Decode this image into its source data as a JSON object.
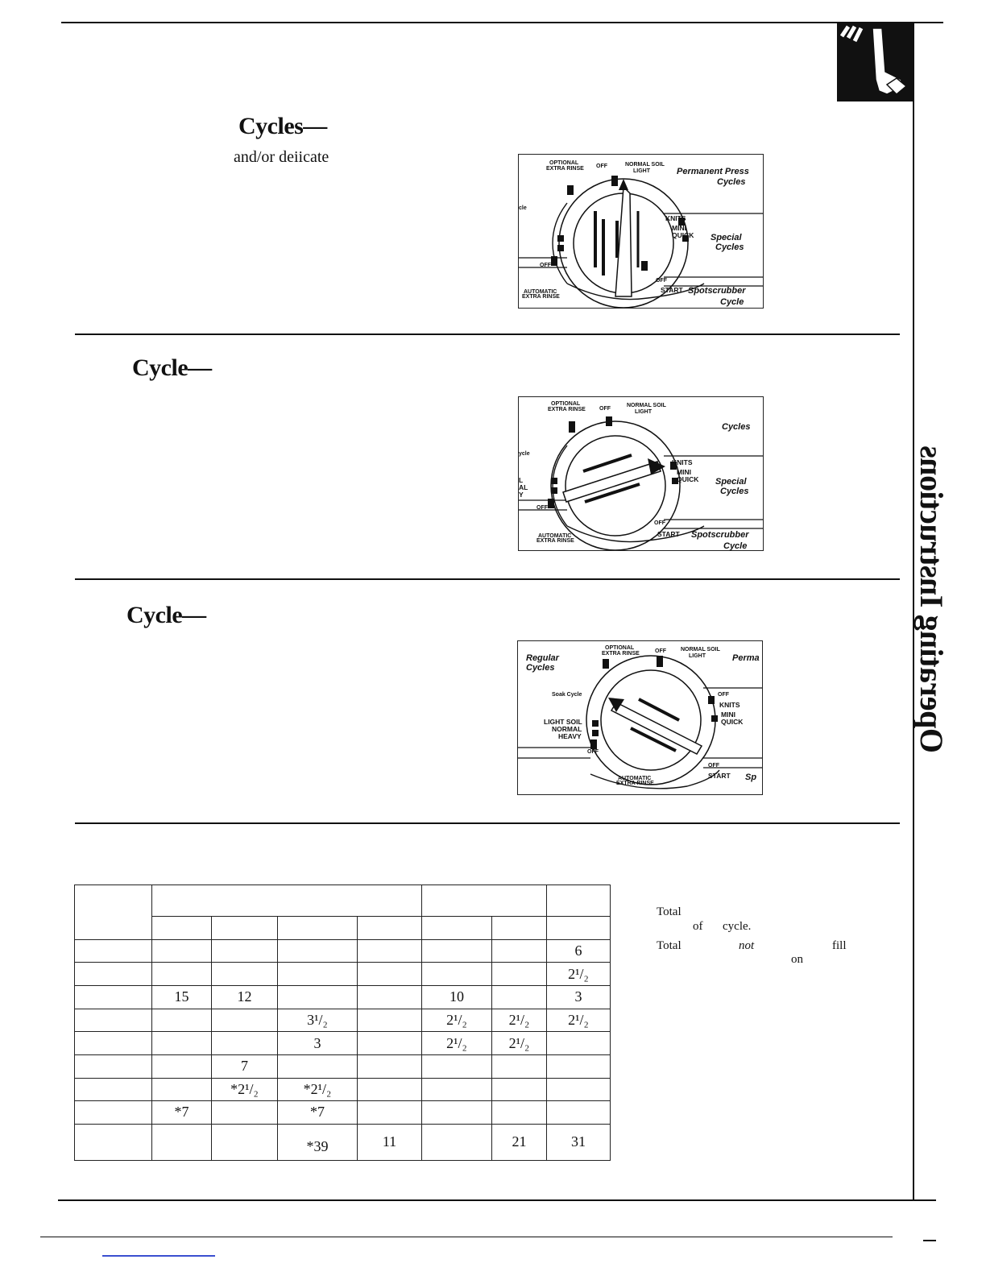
{
  "sections": [
    {
      "heading": "Cycles—",
      "sub": "and/or deiicate"
    },
    {
      "heading": "Cycle—"
    },
    {
      "heading": "Cycle—"
    }
  ],
  "side_title": "Operating Instructions",
  "dials": {
    "d1": {
      "optional_extra_rinse": [
        "OPTIONAL",
        "EXTRA RINSE"
      ],
      "off": "OFF",
      "normal_soil": "NORMAL SOIL",
      "light": "LIGHT",
      "title_a": "Permanent Press",
      "title_b": "Cycles",
      "knits": "KNITS",
      "mini": "MINI",
      "quick": "QUICK",
      "special_a": "Special",
      "special_b": "Cycles",
      "start": "START",
      "spot_a": "Spotscrubber",
      "spot_b": "Cycle",
      "auto_a": "AUTOMATIC",
      "auto_b": "EXTRA RINSE",
      "left_frag": "cle"
    },
    "d2": {
      "optional_extra_rinse": [
        "OPTIONAL",
        "EXTRA RINSE"
      ],
      "off": "OFF",
      "normal_soil": "NORMAL SOIL",
      "light": "LIGHT",
      "title_b": "Cycles",
      "knits": "KNITS",
      "mini": "MINI",
      "quick": "QUICK",
      "special_a": "Special",
      "special_b": "Cycles",
      "start": "START",
      "spot_a": "Spotscrubber",
      "spot_b": "Cycle",
      "auto_a": "AUTOMATIC",
      "auto_b": "EXTRA RINSE",
      "left_frag": "ycle",
      "lf1": "L",
      "lf2": "AL",
      "lf3": "Y"
    },
    "d3": {
      "regular_a": "Regular",
      "regular_b": "Cycles",
      "optional_extra_rinse": [
        "OPTIONAL",
        "EXTRA RINSE"
      ],
      "off": "OFF",
      "normal_soil": "NORMAL SOIL",
      "light": "LIGHT",
      "perma": "Perma",
      "soak": "Soak Cycle",
      "light_soil": "LIGHT SOIL",
      "normal": "NORMAL",
      "heavy": "HEAVY",
      "knits": "KNITS",
      "mini": "MINI",
      "quick": "QUICK",
      "start": "START",
      "sp": "Sp",
      "auto_a": "AUTOMATIC",
      "auto_b": "EXTRA RINSE"
    }
  },
  "table_rows": [
    [
      "",
      "",
      "",
      "",
      "",
      "",
      "6"
    ],
    [
      "",
      "",
      "",
      "",
      "",
      "",
      "2¹/₂"
    ],
    [
      "15",
      "12",
      "",
      "",
      "10",
      "",
      "3"
    ],
    [
      "",
      "",
      "3¹/₂",
      "",
      "2¹/₂",
      "2¹/₂",
      "2¹/₂"
    ],
    [
      "",
      "",
      "3",
      "",
      "2¹/₂",
      "2¹/₂",
      ""
    ],
    [
      "",
      "7",
      "",
      "",
      "",
      "",
      ""
    ],
    [
      "",
      "*2¹/₂",
      "*2¹/₂",
      "",
      "",
      "",
      ""
    ],
    [
      "*7",
      "",
      "*7",
      "",
      "",
      "",
      ""
    ],
    [
      "",
      "",
      "*39",
      "11",
      "",
      "21",
      "31"
    ]
  ],
  "notes": {
    "n1a": "Total",
    "n1b": "of",
    "n1c": "cycle.",
    "n2a": "Total",
    "n2b": "not",
    "n2c": "fill",
    "n2d": "on"
  }
}
